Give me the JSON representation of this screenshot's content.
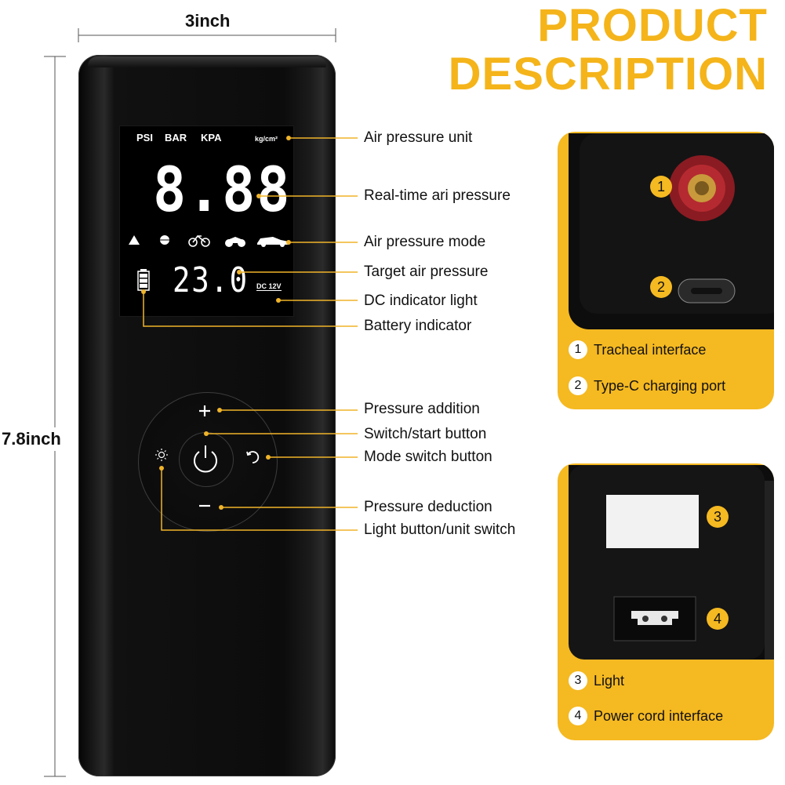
{
  "header": {
    "title_line1": "PRODUCT",
    "title_line2": "DESCRIPTION"
  },
  "dimensions": {
    "width_label": "3inch",
    "height_label": "7.8inch"
  },
  "lcd": {
    "units": [
      "PSI",
      "BAR",
      "KPA",
      "kg/cm²"
    ],
    "realtime_value": "8.88",
    "target_value": "23.0",
    "dc_label": "DC 12V",
    "mode_icons": [
      "ball-icon",
      "basketball-icon",
      "bicycle-icon",
      "motorcycle-icon",
      "car-icon"
    ]
  },
  "callouts": {
    "air_pressure_unit": "Air pressure unit",
    "realtime_pressure": "Real-time ari pressure",
    "air_pressure_mode": "Air pressure mode",
    "target_pressure": "Target air pressure",
    "dc_indicator": "DC indicator light",
    "battery_indicator": "Battery indicator",
    "pressure_addition": "Pressure addition",
    "switch_start": "Switch/start button",
    "mode_switch": "Mode switch button",
    "pressure_deduction": "Pressure deduction",
    "light_button": "Light button/unit switch"
  },
  "panel1": {
    "badges": [
      "1",
      "2"
    ],
    "items": [
      {
        "num": "1",
        "label": "Tracheal interface"
      },
      {
        "num": "2",
        "label": "Type-C charging port"
      }
    ]
  },
  "panel2": {
    "badges": [
      "3",
      "4"
    ],
    "items": [
      {
        "num": "3",
        "label": "Light"
      },
      {
        "num": "4",
        "label": "Power cord interface"
      }
    ]
  },
  "colors": {
    "accent": "#f4b41a",
    "device": "#0c0c0c",
    "leader_line": "#f0b429"
  }
}
